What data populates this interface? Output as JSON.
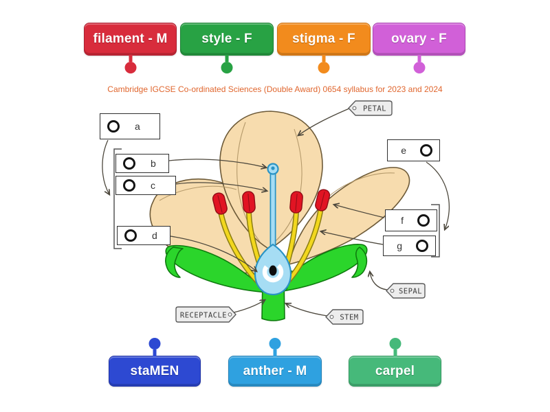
{
  "title": {
    "text": "Cambridge IGCSE Co-ordinated Sciences (Double Award) 0654 syllabus for 2023 and 2024"
  },
  "word_bank_top": [
    {
      "label": "filament - M",
      "color": "#d82c3c",
      "border": "#ab1f30"
    },
    {
      "label": "style - F",
      "color": "#28a244",
      "border": "#1d8034"
    },
    {
      "label": "stigma - F",
      "color": "#f28b1d",
      "border": "#cf7110"
    },
    {
      "label": "ovary - F",
      "color": "#d160d8",
      "border": "#ad44b5"
    }
  ],
  "word_bank_bottom": [
    {
      "label": "staMEN",
      "color": "#2d49d2",
      "border": "#2033a5"
    },
    {
      "label": "anther - M",
      "color": "#2fa1e0",
      "border": "#2280b6"
    },
    {
      "label": "carpel",
      "color": "#46b97a",
      "border": "#349961"
    }
  ],
  "slots": [
    {
      "letter": "a"
    },
    {
      "letter": "b"
    },
    {
      "letter": "c"
    },
    {
      "letter": "d"
    },
    {
      "letter": "e"
    },
    {
      "letter": "f"
    },
    {
      "letter": "g"
    }
  ],
  "tags": {
    "petal": "PETAL",
    "sepal": "SEPAL",
    "stem": "STEM",
    "receptacle": "RECEPTACLE"
  }
}
